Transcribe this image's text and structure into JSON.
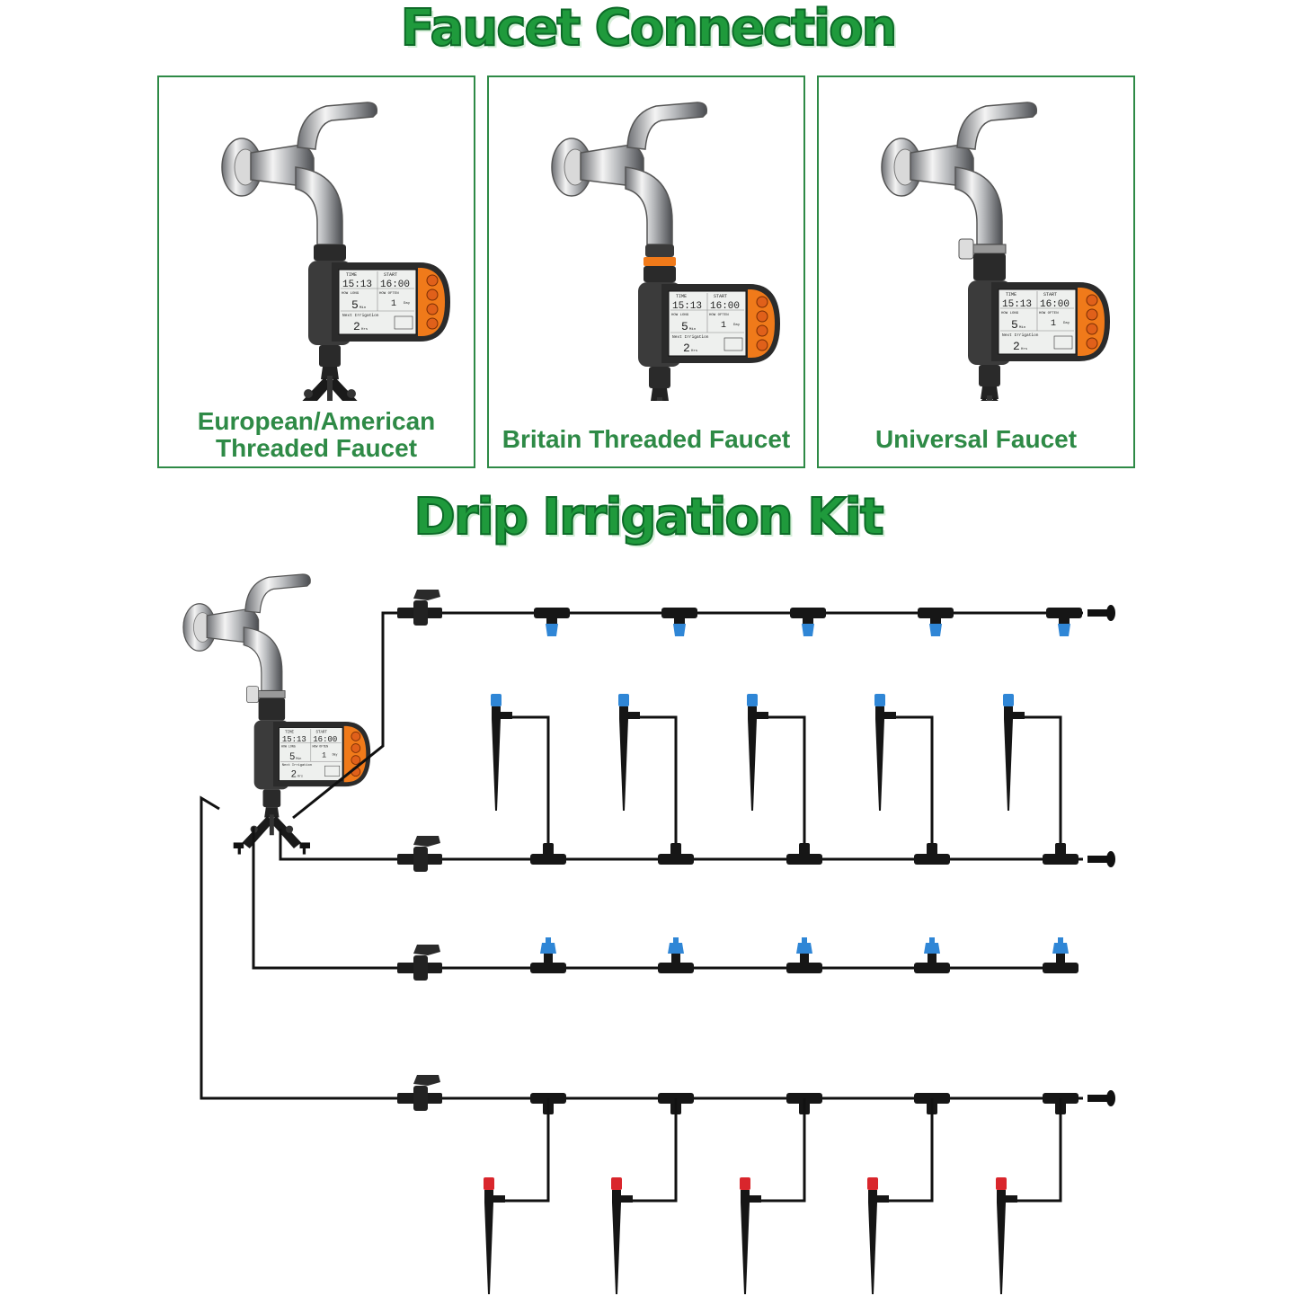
{
  "headings": {
    "faucet_connection": "Faucet Connection",
    "drip_kit": "Drip Irrigation Kit"
  },
  "panels": [
    {
      "label_lines": [
        "European/American",
        "Threaded Faucet"
      ],
      "adapter": "plain"
    },
    {
      "label_lines": [
        "Britain Threaded Faucet"
      ],
      "adapter": "orange-ring"
    },
    {
      "label_lines": [
        "Universal Faucet"
      ],
      "adapter": "clamp"
    }
  ],
  "timer_display": {
    "time_label": "TIME",
    "start_label": "START",
    "time_value": "15:13",
    "start_value": "16:00",
    "how_long_label": "HOW LONG",
    "how_often_label": "HOW OFTEN",
    "how_long_value": "5",
    "how_long_unit": "Min",
    "how_often_value": "1",
    "how_often_unit": "Day",
    "next_label": "Next Irrigation",
    "next_value": "2",
    "next_unit": "Hrs"
  },
  "colors": {
    "heading_green": "#1f9a3c",
    "panel_border": "#2e8a46",
    "timer_orange": "#f07a1a",
    "blue_nozzle": "#2f86d6",
    "red_nozzle": "#d9262c",
    "tube": "#111111"
  },
  "diagram": {
    "lines": [
      {
        "name": "mist-nozzle-line",
        "fittings": "blue-tee-nozzle",
        "count": 5,
        "end_plug": true
      },
      {
        "name": "stake-dripper-line-top",
        "fittings": "blue-stake",
        "count": 5,
        "end_plug": true
      },
      {
        "name": "adjustable-sprinkler-line",
        "fittings": "blue-adjustable",
        "count": 5,
        "end_plug": false
      },
      {
        "name": "stake-dripper-line-bottom",
        "fittings": "red-stake",
        "count": 5,
        "end_plug": true
      }
    ]
  }
}
